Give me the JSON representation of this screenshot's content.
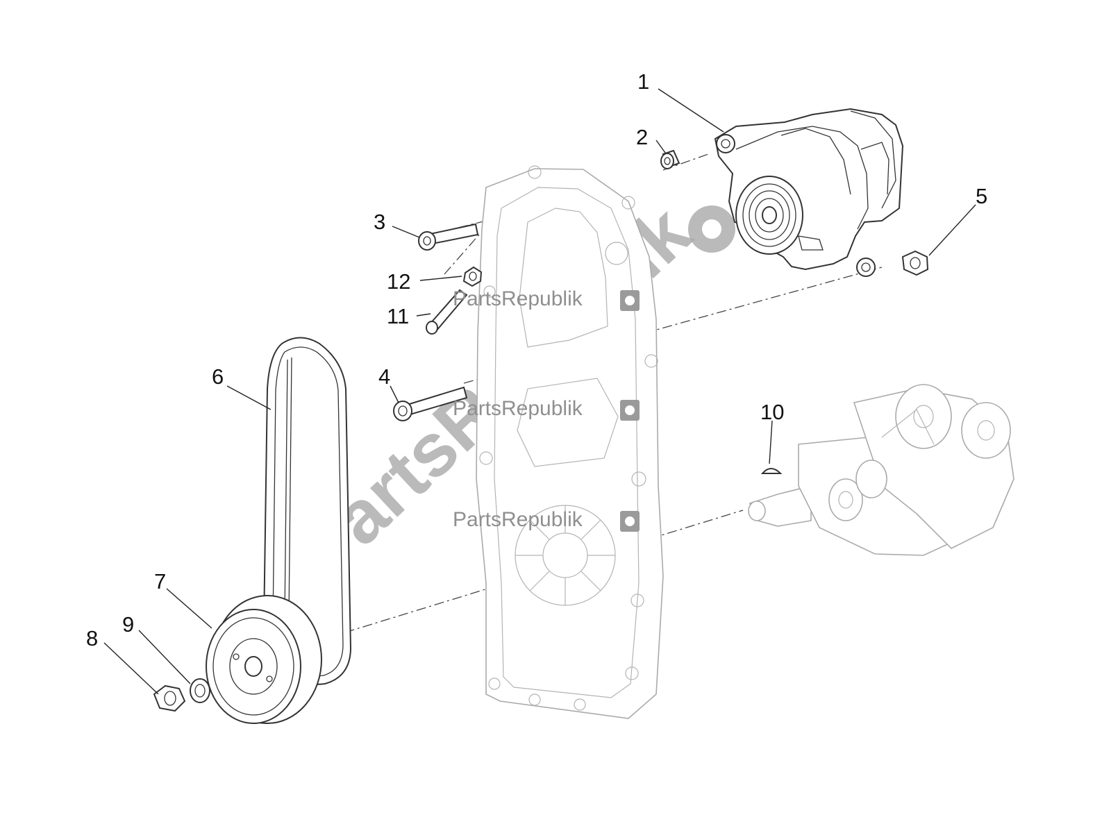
{
  "diagram": {
    "callouts": [
      {
        "id": "1",
        "label": "1"
      },
      {
        "id": "2",
        "label": "2"
      },
      {
        "id": "3",
        "label": "3"
      },
      {
        "id": "4",
        "label": "4"
      },
      {
        "id": "5",
        "label": "5"
      },
      {
        "id": "6",
        "label": "6"
      },
      {
        "id": "7",
        "label": "7"
      },
      {
        "id": "8",
        "label": "8"
      },
      {
        "id": "9",
        "label": "9"
      },
      {
        "id": "10",
        "label": "10"
      },
      {
        "id": "11",
        "label": "11"
      },
      {
        "id": "12",
        "label": "12"
      }
    ]
  },
  "watermark": {
    "small": "PartsRepublik",
    "large": "PartsRepublik",
    "color": "#9a9a9a"
  }
}
